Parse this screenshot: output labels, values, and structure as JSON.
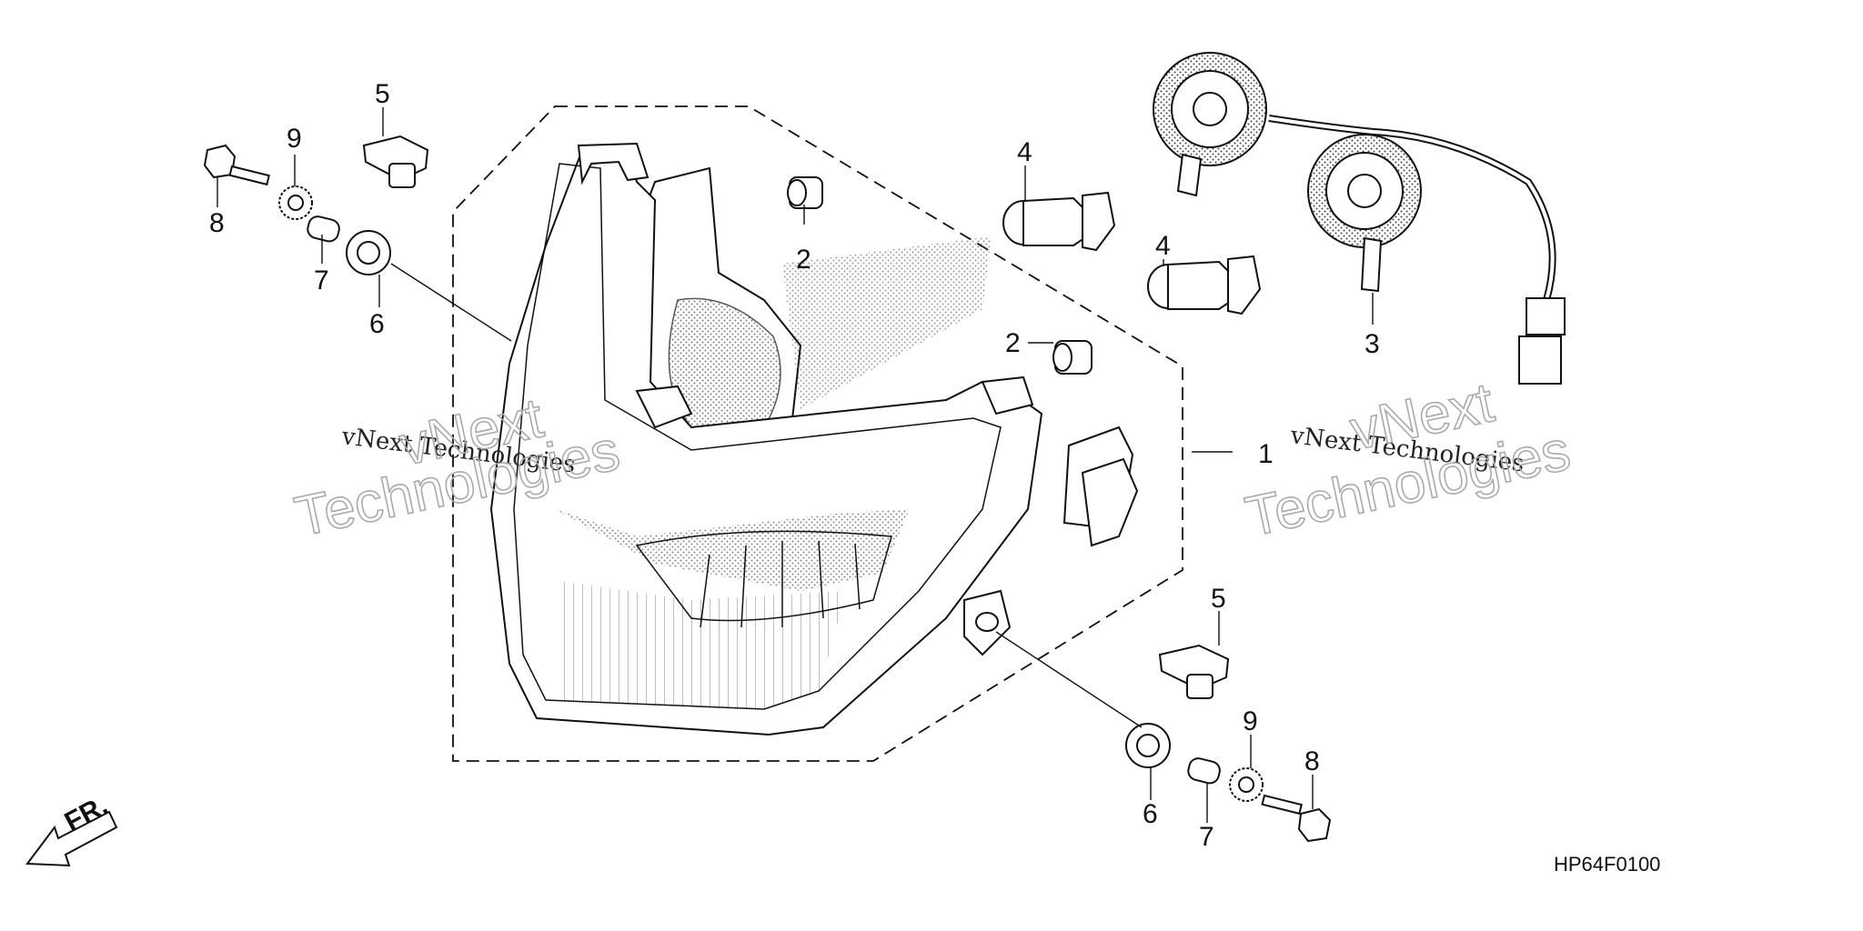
{
  "diagram": {
    "code": "HP64F0100",
    "front_label": "FR.",
    "callouts": {
      "c1": "1",
      "c2a": "2",
      "c2b": "2",
      "c3": "3",
      "c4a": "4",
      "c4b": "4",
      "c5a": "5",
      "c5b": "5",
      "c6a": "6",
      "c6b": "6",
      "c7a": "7",
      "c7b": "7",
      "c8a": "8",
      "c8b": "8",
      "c9a": "9",
      "c9b": "9"
    },
    "watermark": {
      "small_text": "vNext Technologies",
      "big_line1": "vNext",
      "big_line2": "Technologies"
    }
  }
}
